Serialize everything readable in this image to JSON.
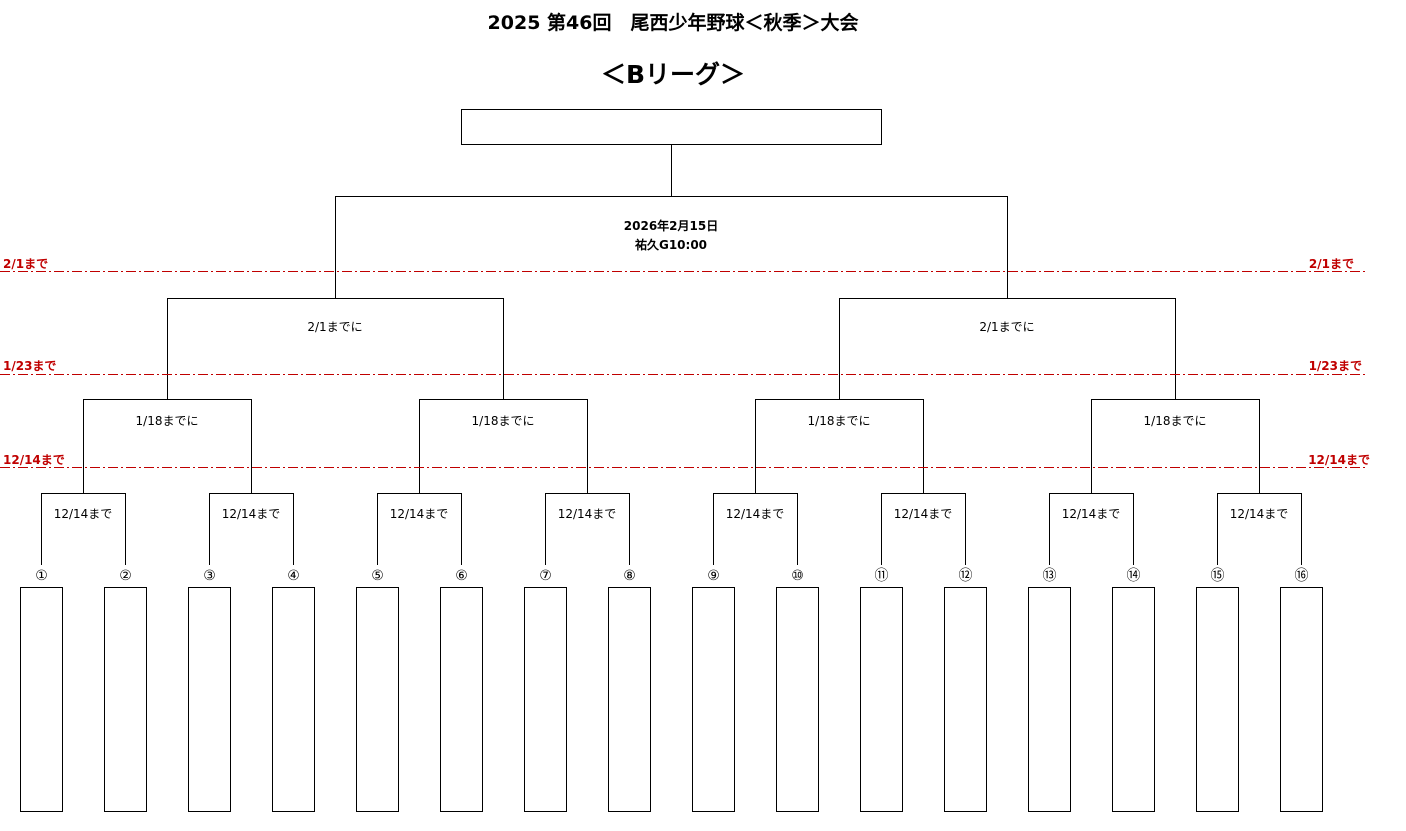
{
  "title": "2025 第46回　尾西少年野球＜秋季＞大会",
  "subtitle": "＜Bリーグ＞",
  "colors": {
    "deadline": "#c00000",
    "line": "#000000"
  },
  "final": {
    "date": "2026年2月15日",
    "venue": "祐久G10:00"
  },
  "deadlines": [
    {
      "left": "2/1まで",
      "right": "2/1まで"
    },
    {
      "left": "1/23まで",
      "right": "1/23まで"
    },
    {
      "left": "12/14まで",
      "right": "12/14まで"
    }
  ],
  "semifinal_labels": [
    "2/1までに",
    "2/1までに"
  ],
  "quarterfinal_labels": [
    "1/18までに",
    "1/18までに",
    "1/18までに",
    "1/18までに"
  ],
  "first_round_labels": [
    "12/14まで",
    "12/14まで",
    "12/14まで",
    "12/14まで",
    "12/14まで",
    "12/14まで",
    "12/14まで",
    "12/14まで"
  ],
  "seeds": [
    "①",
    "②",
    "③",
    "④",
    "⑤",
    "⑥",
    "⑦",
    "⑧",
    "⑨",
    "⑩",
    "⑪",
    "⑫",
    "⑬",
    "⑭",
    "⑮",
    "⑯"
  ]
}
